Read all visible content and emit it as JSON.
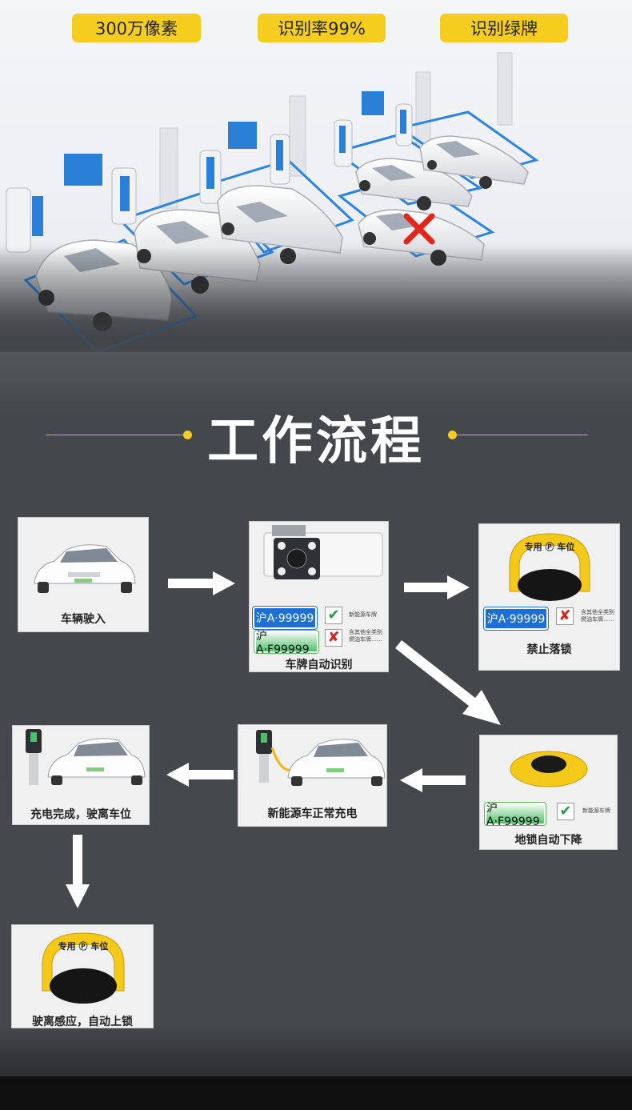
{
  "badges": [
    "300万像素",
    "识别率99%",
    "识别绿牌"
  ],
  "section_title": "工作流程",
  "steps": [
    {
      "caption": "车辆驶入"
    },
    {
      "caption": "车牌自动识别",
      "plate_blue": "沪A·99999",
      "plate_green": "沪A·F99999",
      "note_ok": "新能源车牌",
      "note_no_1": "含其他全类别",
      "note_no_2": "燃油车牌……"
    },
    {
      "caption": "禁止落锁",
      "plate_blue": "沪A·99999",
      "note_1": "含其他全类别",
      "note_2": "燃油车牌……",
      "lock_text": "专用 Ⓟ 车位"
    },
    {
      "caption": "地锁自动下降",
      "plate_green": "沪A·F99999",
      "note": "新能源车牌"
    },
    {
      "caption": "新能源车正常充电"
    },
    {
      "caption": "充电完成，驶离车位"
    },
    {
      "caption": "驶离感应，自动上锁",
      "lock_text": "专用 Ⓟ 车位"
    }
  ],
  "colors": {
    "accent": "#f5cd1e",
    "background_dark": "#45484c",
    "plate_blue": "#1d6fd6",
    "check_green": "#2a9a3a",
    "cross_red": "#d8231b"
  }
}
